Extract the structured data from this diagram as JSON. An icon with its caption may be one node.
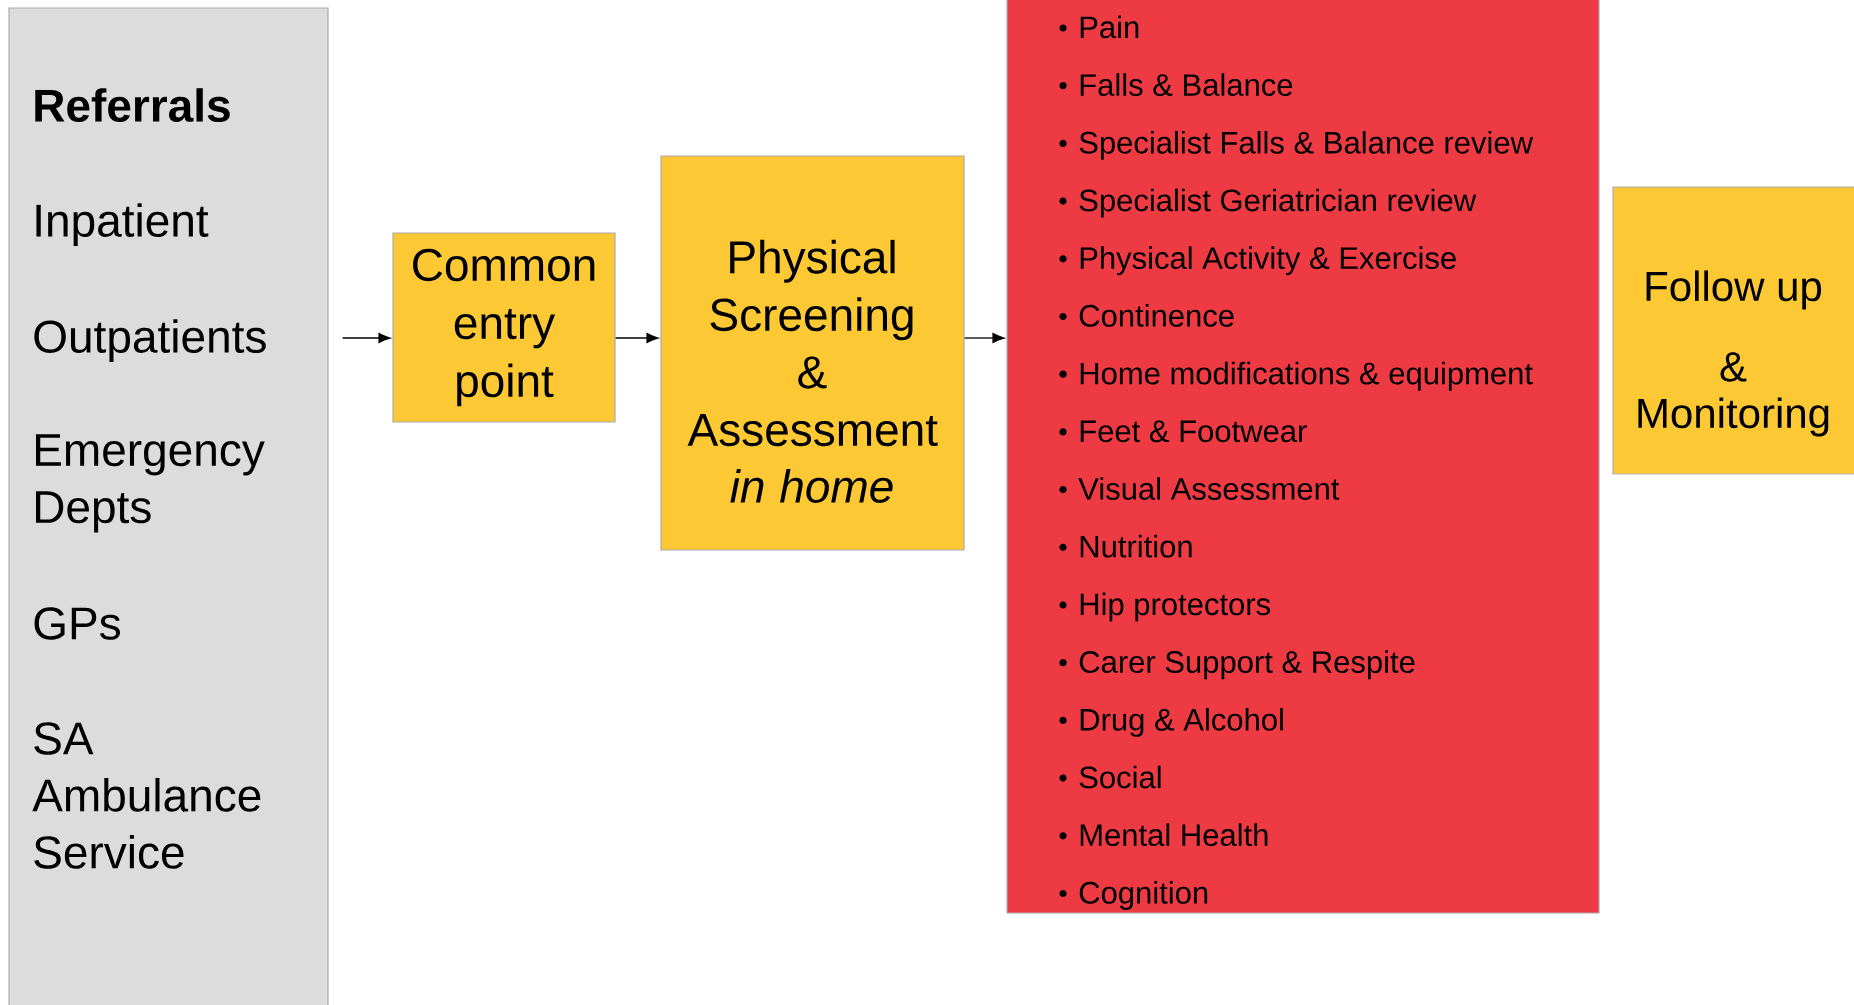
{
  "diagram": {
    "nodes": [
      {
        "text": [
          "Referrals",
          "Inpatient",
          "Outpatients",
          "Emergency Depts",
          "GPs",
          "SA Ambulance Service"
        ]
      },
      {
        "text": [
          "Common entry point"
        ]
      },
      {
        "text": [
          "Physical Screening & Assessment",
          "in home"
        ]
      },
      {
        "text": [
          "Pain",
          "Falls & Balance",
          "Specialist Falls & Balance review",
          "Specialist Geriatrician review",
          "Physical Activity & Exercise",
          "Continence",
          "Home modifications & equipment",
          "Feet & Footwear",
          "Visual Assessment",
          "Nutrition",
          "Hip protectors",
          "Carer Support & Respite",
          "Drug & Alcohol",
          "Social",
          "Mental Health",
          "Cognition"
        ]
      },
      {
        "text": [
          "Follow up",
          "&",
          "Monitoring"
        ]
      }
    ],
    "edges": [
      {
        "from": 0,
        "to": 1,
        "arrow": "to"
      },
      {
        "from": 1,
        "to": 2,
        "arrow": "to"
      },
      {
        "from": 2,
        "to": 3,
        "arrow": "to"
      }
    ]
  }
}
